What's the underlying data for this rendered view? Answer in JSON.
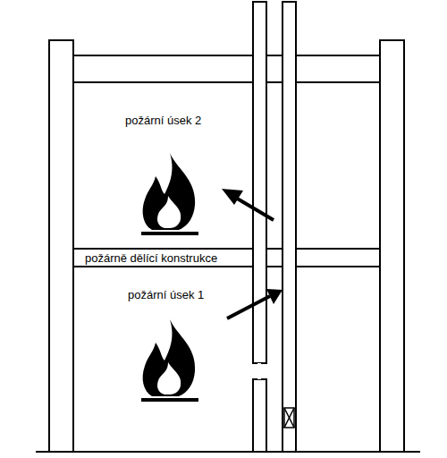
{
  "diagram": {
    "labels": [
      "požární úsek 2",
      "požárně dělící konstrukce",
      "požární úsek 1"
    ]
  }
}
